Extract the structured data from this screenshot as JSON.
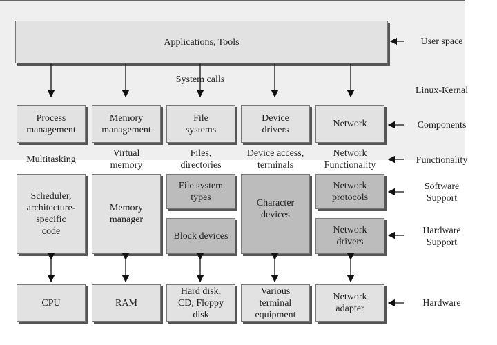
{
  "top": {
    "applications": "Applications, Tools",
    "user_space": "User space",
    "system_calls": "System calls",
    "kernel_label": "Linux-Kernal"
  },
  "columns": [
    {
      "component": "Process\nmanagement",
      "functionality": "Multitasking",
      "lower": [
        "Scheduler,\narchitecture-\nspecific\ncode"
      ],
      "hardware": "CPU"
    },
    {
      "component": "Memory\nmanagement",
      "functionality": "Virtual\nmemory",
      "lower": [
        "Memory\nmanager"
      ],
      "hardware": "RAM"
    },
    {
      "component": "File\nsystems",
      "functionality": "Files,\ndirectories",
      "lower": [
        "File system\ntypes",
        "Block devices"
      ],
      "hardware": "Hard disk,\nCD, Floppy\ndisk"
    },
    {
      "component": "Device\ndrivers",
      "functionality": "Device access,\nterminals",
      "lower": [
        "Character\ndevices"
      ],
      "hardware": "Various\nterminal\nequipment"
    },
    {
      "component": "Network",
      "functionality": "Network\nFunctionality",
      "lower": [
        "Network\nprotocols",
        "Network\ndrivers"
      ],
      "hardware": "Network\nadapter"
    }
  ],
  "right_labels": {
    "components": "Components",
    "functionality": "Functionality",
    "software": "Software\nSupport",
    "hardware_support": "Hardware\nSupport",
    "hardware": "Hardware"
  },
  "colors": {
    "light": "#e2e2e2",
    "dark": "#bcbcbc",
    "kernel_bg": "#efefef"
  }
}
